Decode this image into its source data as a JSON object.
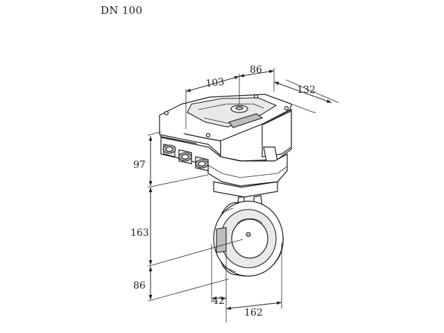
{
  "title": "DN 100",
  "dimensions": {
    "top_a": "103",
    "top_b": "86",
    "top_depth": "132",
    "left_upper": "97",
    "left_mid": "163",
    "left_lower": "86",
    "bottom_a": "42",
    "bottom_b": "162"
  }
}
